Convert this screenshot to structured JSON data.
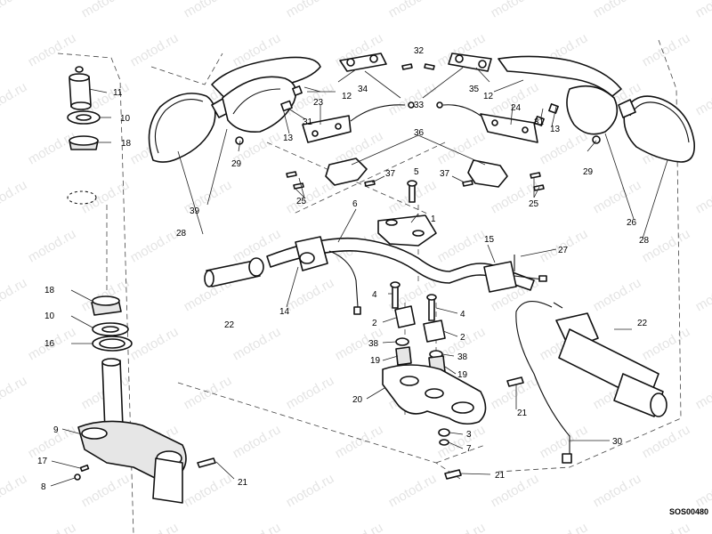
{
  "drawing_code": "SOS00480",
  "watermark": "motod.ru",
  "callouts": [
    "32",
    "11",
    "10",
    "18",
    "34",
    "35",
    "12",
    "12",
    "33",
    "23",
    "31",
    "24",
    "31",
    "13",
    "13",
    "36",
    "29",
    "29",
    "37",
    "5",
    "37",
    "25",
    "25",
    "39",
    "6",
    "1",
    "26",
    "28",
    "28",
    "15",
    "27",
    "4",
    "4",
    "2",
    "2",
    "14",
    "22",
    "38",
    "38",
    "18",
    "10",
    "16",
    "19",
    "19",
    "22",
    "20",
    "21",
    "3",
    "7",
    "9",
    "30",
    "17",
    "21",
    "21",
    "8"
  ]
}
